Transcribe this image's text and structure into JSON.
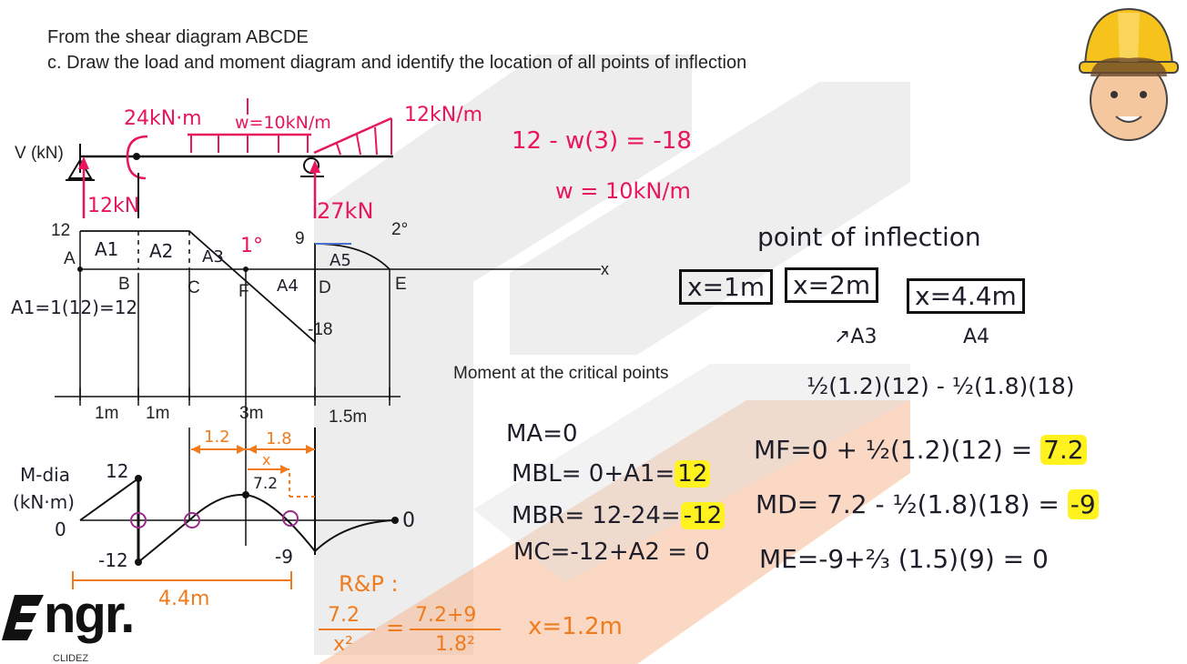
{
  "header": {
    "line1": "From the shear diagram ABCDE",
    "line2": "c. Draw the load and moment diagram and identify the location of all points of inflection"
  },
  "load_diagram": {
    "moment_load": "24kN·m",
    "distributed_load": "w=10kN/m",
    "triangular_load": "12kN/m",
    "reaction_left": "12kN",
    "reaction_right": "27kN"
  },
  "shear_diagram": {
    "axis_label": "V (kN)",
    "x_label": "x",
    "value_12": "12",
    "value_9": "9",
    "value_neg18": "-18",
    "degree_1": "1°",
    "degree_2": "2°",
    "points": {
      "A": "A",
      "B": "B",
      "C": "C",
      "F": "F",
      "D": "D",
      "E": "E"
    },
    "areas": {
      "a1": "A1",
      "a2": "A2",
      "a3": "A3",
      "a4": "A4",
      "a5": "A5"
    },
    "a1_calc": "A1=1(12)=12",
    "spans": [
      "1m",
      "1m",
      "3m",
      "1.5m"
    ]
  },
  "w_calc": {
    "line1": "12 - w(3) = -18",
    "line2": "w = 10kN/m"
  },
  "inflection": {
    "title": "point of inflection",
    "x1": "x=1m",
    "x2": "x=2m",
    "x3": "x=4.4m",
    "note_a3": "↗A3",
    "note_a4": "A4",
    "area_expr": "½(1.2)(12) - ½(1.8)(18)"
  },
  "moment_diagram": {
    "label_line1": "M-dia",
    "label_line2": "(kN·m)",
    "zero_left": "0",
    "zero_right": "0",
    "val_12": "12",
    "val_neg12": "-12",
    "val_7_2": "7.2",
    "val_neg9": "-9",
    "dim_1_2": "1.2",
    "dim_1_8": "1.8",
    "dim_x": "x",
    "dim_4_4": "4.4m"
  },
  "critical": {
    "title": "Moment at the critical points",
    "ma": "MA=0",
    "mbl_eq": "MBL= 0+A1=",
    "mbl_val": "12",
    "mbr_eq": "MBR= 12-24=",
    "mbr_val": "-12",
    "mc": "MC=-12+A2 = 0",
    "mf_eq": "MF=0 + ½(1.2)(12) =",
    "mf_val": "7.2",
    "md_eq": "MD= 7.2 - ½(1.8)(18) =",
    "md_val": "-9",
    "me": "ME=-9+⅔ (1.5)(9) = 0"
  },
  "rp": {
    "title": "R&P :",
    "left_num": "7.2",
    "left_den": "x²",
    "equals": "=",
    "right_num": "7.2+9",
    "right_den": "1.8²",
    "result": "x=1.2m"
  },
  "brand": {
    "name": "ngr.",
    "sub": "CLIDEZ"
  },
  "colors": {
    "pink": "#e8155f",
    "orange": "#f07b1c",
    "highlight": "#fff21f",
    "watermark_gray": "#c8c8c8",
    "watermark_orange": "#f7b894"
  }
}
